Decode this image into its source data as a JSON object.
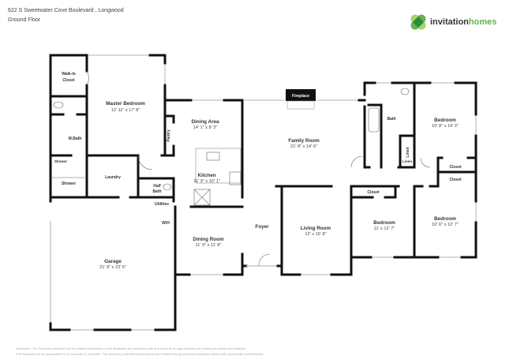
{
  "header": {
    "address": "622 S Sweetwater Cove Boulevard , Longwood",
    "floor": "Ground Floor"
  },
  "logo": {
    "word1": "invitation",
    "word2": "homes",
    "colors": [
      "#6ab04c",
      "#2e8b3e",
      "#a5d36b"
    ]
  },
  "fixtures": {
    "fireplace": "Fireplace"
  },
  "rooms": {
    "walk_in_closet": {
      "name1": "Walk-In",
      "name2": "Closet"
    },
    "master_bedroom": {
      "name": "Master Bedroom",
      "dims": "12' 11\" x 17' 8\""
    },
    "master_bath": {
      "name": "M.Bath"
    },
    "shower1": {
      "name": "Shower"
    },
    "shower2": {
      "name": "Shower"
    },
    "laundry": {
      "name": "Laundry"
    },
    "half_bath": {
      "name1": "Half",
      "name2": "Bath"
    },
    "utilities": {
      "name": "Utilities"
    },
    "wh": {
      "name": "W/H"
    },
    "pantry": {
      "name": "Pantry"
    },
    "dining_area": {
      "name": "Dining Area",
      "dims": "14' 1\" x 8' 3\""
    },
    "kitchen": {
      "name": "Kitchen",
      "dims": "11' 9\" x 10' 1\""
    },
    "family_room": {
      "name": "Family Room",
      "dims": "21' 8\" x 14' 9\""
    },
    "bath": {
      "name": "Bath"
    },
    "linen1": {
      "name": "Linen"
    },
    "linen2": {
      "name": "Linen"
    },
    "bedroom_ne": {
      "name": "Bedroom",
      "dims": "10' 8\" x 14' 3\""
    },
    "closet_a": {
      "name": "Closet"
    },
    "closet_b": {
      "name": "Closet"
    },
    "closet_c": {
      "name": "Closet"
    },
    "bedroom_mid": {
      "name": "Bedroom",
      "dims": "11' x 12' 7\""
    },
    "bedroom_se": {
      "name": "Bedroom",
      "dims": "10' 6\" x 12' 7\""
    },
    "foyer": {
      "name": "Foyer"
    },
    "living_room": {
      "name": "Living Room",
      "dims": "12' x 15' 8\""
    },
    "dining_room": {
      "name": "Dining Room",
      "dims": "11' 9\" x 11' 8\""
    },
    "garage": {
      "name": "Garage",
      "dims": "21' 9\" x 23' 6\""
    }
  },
  "disclaimer": {
    "line1": "Disclaimer: The floorplans depicted and the stated dimensions in this illustration are indicative only and serve as an approximation of existing structures and features.",
    "line2": "This illustration is not guaranteed to be accurate or complete. The accuracy of all information should be verified through personal inspection and/or with appropriate professionals."
  }
}
